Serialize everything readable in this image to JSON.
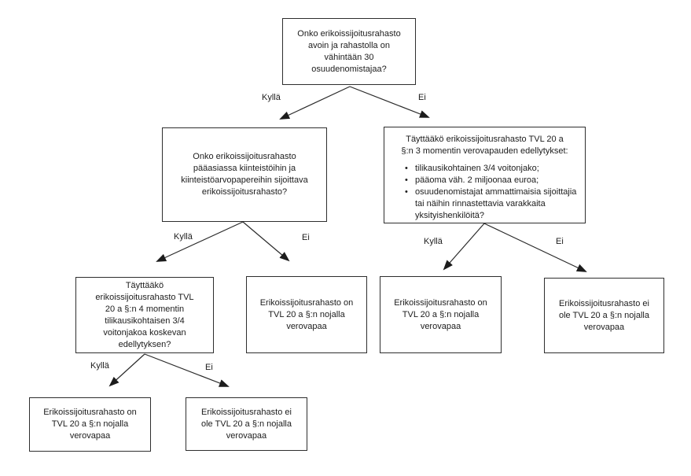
{
  "colors": {
    "background": "#ffffff",
    "border": "#2e2e2e",
    "text": "#1c1c1c",
    "arrow": "#2a2a2a"
  },
  "labels": {
    "yes": "Kyllä",
    "no": "Ei"
  },
  "nodes": {
    "root": {
      "lines": [
        "Onko erikoissijoitusrahasto",
        "avoin ja rahastolla on",
        "vähintään 30",
        "osuudenomistajaa?"
      ]
    },
    "q_real_estate": {
      "lines": [
        "Onko erikoissijoitusrahasto",
        "pääasiassa kiinteistöihin ja",
        "kiinteistöarvopapereihin sijoittava",
        "erikoissijoitusrahasto?"
      ]
    },
    "q_mom3": {
      "heading_lines": [
        "Täyttääkö erikoissijoitusrahasto TVL 20 a",
        "§:n 3 momentin verovapauden edellytykset:"
      ],
      "bullets": [
        "tilikausikohtainen 3/4 voitonjako;",
        "pääoma väh. 2 miljoonaa euroa;",
        "osuudenomistajat ammattimaisia sijoittajia tai näihin rinnastettavia varakkaita yksityishenkilöitä?"
      ]
    },
    "q_mom4": {
      "lines": [
        "Täyttääkö",
        "erikoissijoitusrahasto TVL",
        "20 a §:n 4 momentin",
        "tilikausikohtaisen 3/4",
        "voitonjakoa koskevan",
        "edellytyksen?"
      ]
    },
    "result_mid_exempt": {
      "lines": [
        "Erikoissijoitusrahasto on",
        "TVL 20 a §:n nojalla",
        "verovapaa"
      ]
    },
    "result_right_exempt": {
      "lines": [
        "Erikoissijoitusrahasto on",
        "TVL 20 a §:n nojalla",
        "verovapaa"
      ]
    },
    "result_right_not_exempt": {
      "lines": [
        "Erikoissijoitusrahasto ei",
        "ole TVL 20 a §:n nojalla",
        "verovapaa"
      ]
    },
    "result_bottom_exempt": {
      "lines": [
        "Erikoissijoitusrahasto on",
        "TVL 20 a §:n nojalla",
        "verovapaa"
      ]
    },
    "result_bottom_not_exempt": {
      "lines": [
        "Erikoissijoitusrahasto ei",
        "ole TVL 20 a §:n nojalla",
        "verovapaa"
      ]
    }
  }
}
